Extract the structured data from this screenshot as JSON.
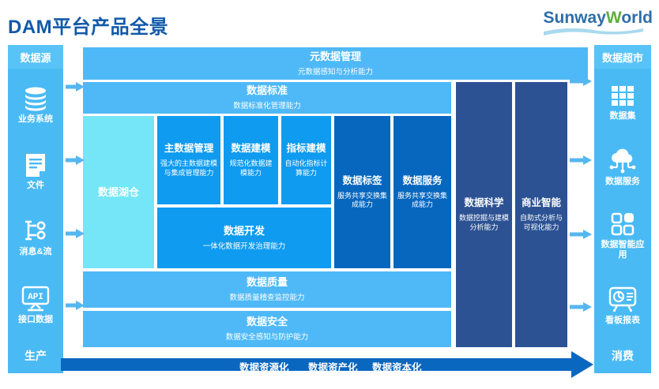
{
  "title": "DAM平台产品全景",
  "logo": {
    "part1": "Sunway",
    "part2": "W",
    "part3": "orld"
  },
  "left_sidebar": {
    "header": "数据源",
    "items": [
      {
        "label": "业务系统",
        "icon": "database-icon"
      },
      {
        "label": "文件",
        "icon": "file-icon"
      },
      {
        "label": "消息&流",
        "icon": "stream-icon"
      },
      {
        "label": "接口数据",
        "icon": "api-icon"
      }
    ],
    "api_icon_text": "API",
    "footer": "生产"
  },
  "right_sidebar": {
    "header": "数据超市",
    "items": [
      {
        "label": "数据集",
        "icon": "dataset-grid-icon"
      },
      {
        "label": "数据服务",
        "icon": "cloud-service-icon"
      },
      {
        "label": "数据智能应用",
        "icon": "apps-icon"
      },
      {
        "label": "看板报表",
        "icon": "dashboard-icon"
      }
    ],
    "footer": "消费"
  },
  "blocks": {
    "metadata": {
      "title": "元数据管理",
      "subtitle": "元数据感知与分析能力"
    },
    "standard": {
      "title": "数据标准",
      "subtitle": "数据标准化管理能力"
    },
    "lakehouse": {
      "title": "数据湖仓"
    },
    "mdm": {
      "title": "主数据管理",
      "subtitle": "强大的主数据建模与集成管理能力"
    },
    "modeling": {
      "title": "数据建模",
      "subtitle": "规范化数据建模能力"
    },
    "metric": {
      "title": "指标建模",
      "subtitle": "自动化指标计算能力"
    },
    "dev": {
      "title": "数据开发",
      "subtitle": "一体化数据开发治理能力"
    },
    "tag": {
      "title": "数据标签",
      "subtitle": "服务共享交换集成能力"
    },
    "service": {
      "title": "数据服务",
      "subtitle": "服务共享交换集成能力"
    },
    "science": {
      "title": "数据科学",
      "subtitle": "数据挖掘与建模分析能力"
    },
    "bi": {
      "title": "商业智能",
      "subtitle": "自助式分析与可视化能力"
    },
    "quality": {
      "title": "数据质量",
      "subtitle": "数据质量稽查监控能力"
    },
    "security": {
      "title": "数据安全",
      "subtitle": "数据安全感知与防护能力"
    }
  },
  "bottom_arrow": {
    "labels": [
      "数据资源化",
      "数据资产化",
      "数据资本化"
    ]
  },
  "colors": {
    "title_text": "#1159A8",
    "sidebar": "#4ABAF4",
    "sky_bar": "#4FB9F7",
    "lakehouse": "#74E6F7",
    "azure_box": "#0F9BF0",
    "blue_column": "#0767BF",
    "navy_column": "#2C5293",
    "bottom_arrow": "#0A67C0",
    "small_arrow": "#54B7F0",
    "logo_green": "#5FAE3F"
  }
}
